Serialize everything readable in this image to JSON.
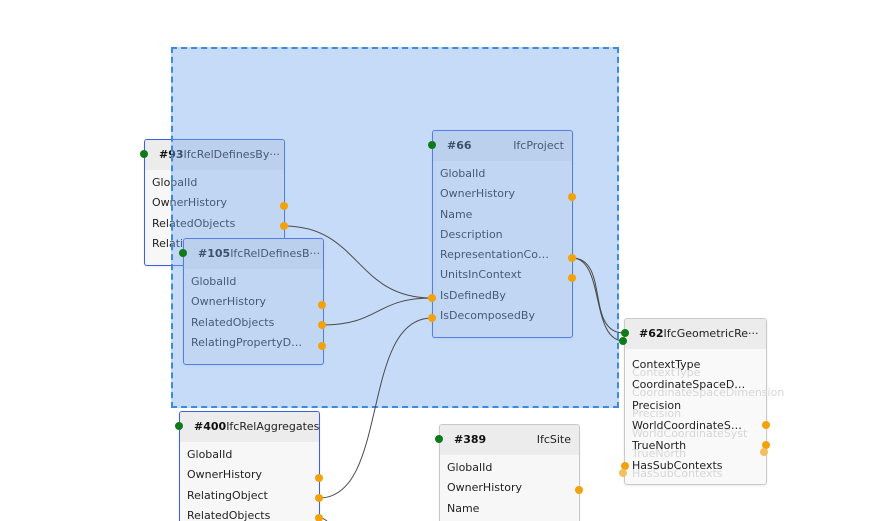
{
  "nodes": [
    {
      "id": "#93",
      "type": "IfcRelDefinesBy···",
      "ports": [
        "GlobalId",
        "OwnerHistory",
        "RelatedObjects",
        "Relati…"
      ]
    },
    {
      "id": "#105",
      "type": "IfcRelDefinesB···",
      "ports": [
        "GlobalId",
        "OwnerHistory",
        "RelatedObjects",
        "RelatingPropertyDefi···"
      ]
    },
    {
      "id": "#66",
      "type": "IfcProject",
      "ports": [
        "GlobalId",
        "OwnerHistory",
        "Name",
        "Description",
        "RepresentationConte···",
        "UnitsInContext",
        "IsDefinedBy",
        "IsDecomposedBy"
      ]
    },
    {
      "id": "#62",
      "type": "IfcGeometricRe···",
      "ports": [
        "ContextType",
        "CoordinateSpaceDim···",
        "Precision",
        "WorldCoordinateSyst···",
        "TrueNorth",
        "HasSubContexts"
      ]
    },
    {
      "id": "#400",
      "type": "IfcRelAggregates",
      "ports": [
        "GlobalId",
        "OwnerHistory",
        "RelatingObject",
        "RelatedObjects"
      ]
    },
    {
      "id": "#389",
      "type": "IfcSite",
      "ports": [
        "GlobalId",
        "OwnerHistory",
        "Name"
      ]
    }
  ],
  "ghost_labels": [
    "ContextType",
    "CoordinateSpaceDimension",
    "Precision",
    "WorldCoordinateSyst",
    "TrueNorth",
    "HasSubContexts"
  ],
  "colors": {
    "input_port": "#0f7a1a",
    "output_port": "#f2a20a",
    "selection": "#3d8ae6",
    "wire": "#4a4a4a"
  }
}
